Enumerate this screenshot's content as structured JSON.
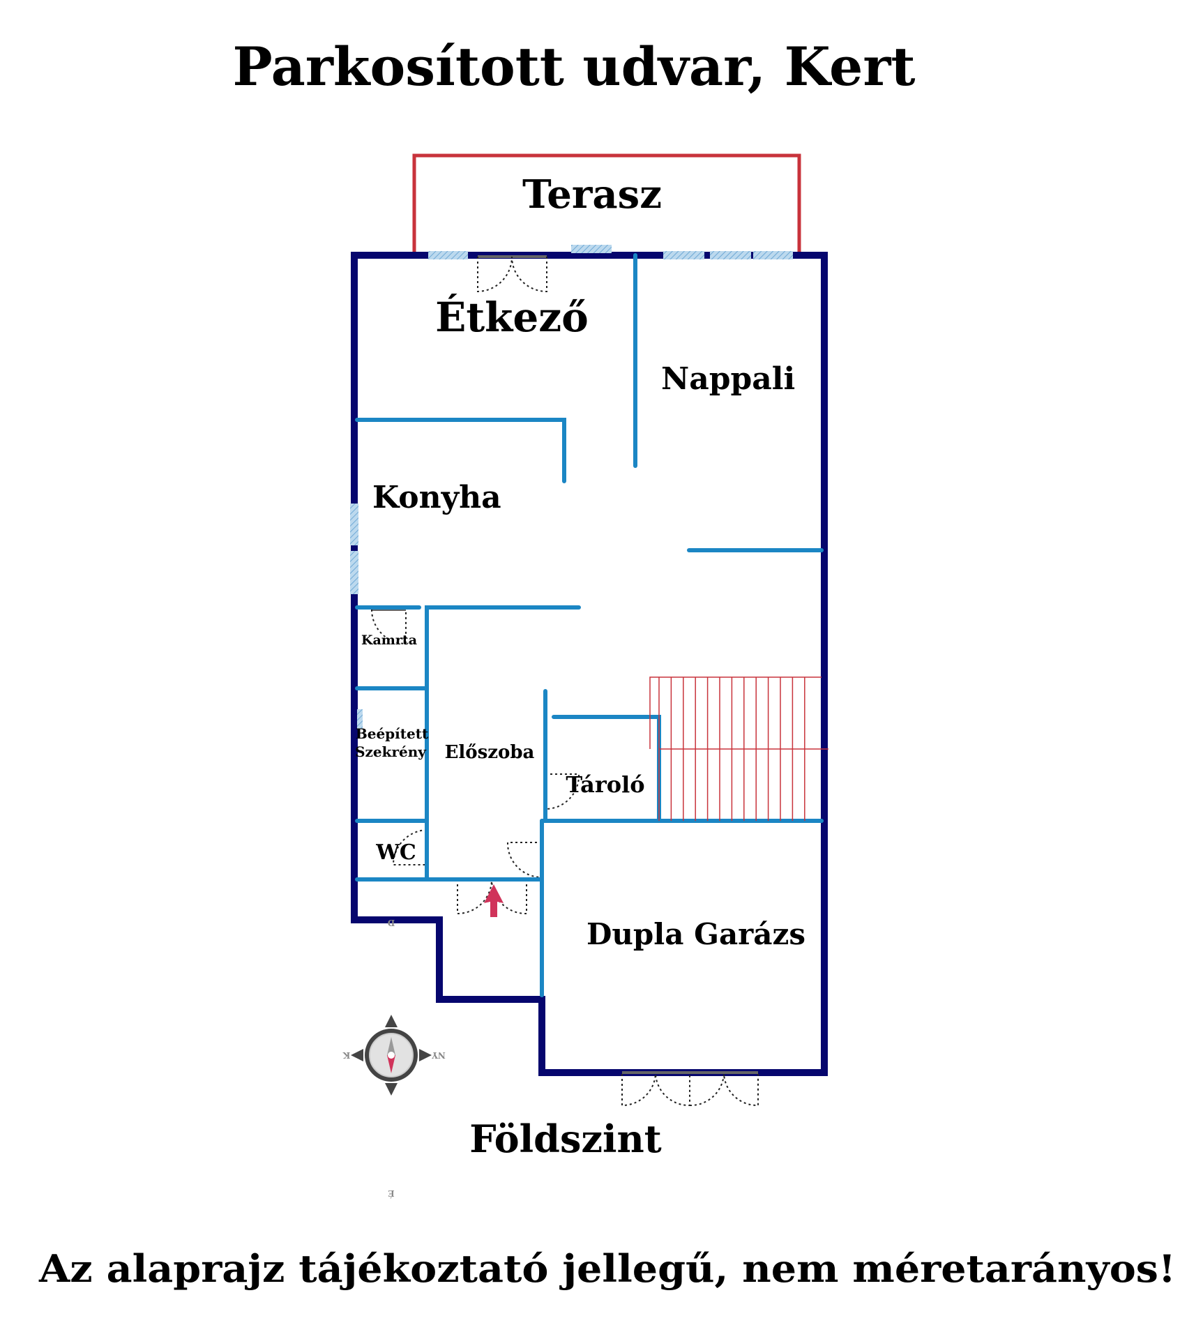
{
  "title": "Parkosított udvar, Kert",
  "floor_label": "Földszint",
  "disclaimer": "Az alaprajz tájékoztató jellegű, nem méretarányos!",
  "rooms": {
    "terrace": "Terasz",
    "dining": "Étkező",
    "living": "Nappali",
    "kitchen": "Konyha",
    "pantry": "Kamrta",
    "wardrobe_line1": "Beépített",
    "wardrobe_line2": "Szekrény",
    "hall": "Előszoba",
    "storage": "Tároló",
    "wc": "WC",
    "garage": "Dupla Garázs"
  },
  "compass": {
    "north": "É",
    "south": "D",
    "east": "K",
    "west": "NY"
  },
  "colors": {
    "outer_wall": "#06066e",
    "inner_wall": "#1b86c4",
    "terrace": "#c8333b",
    "entrance_arrow": "#d0335a"
  }
}
